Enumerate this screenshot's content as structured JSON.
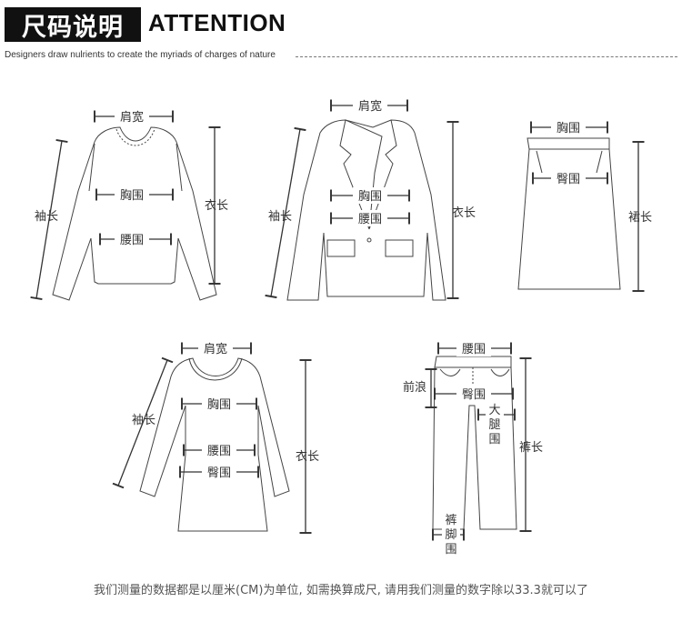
{
  "header": {
    "title_cn": "尺码说明",
    "title_en": "ATTENTION",
    "tagline": "Designers draw nulrients to create the myriads of charges of nature"
  },
  "garments": {
    "sweater": {
      "shoulder": "肩宽",
      "chest": "胸围",
      "waist": "腰围",
      "sleeve": "袖长",
      "length": "衣长"
    },
    "blazer": {
      "shoulder": "肩宽",
      "chest": "胸围",
      "waist": "腰围",
      "sleeve": "袖长",
      "length": "衣长"
    },
    "skirt": {
      "chest": "胸围",
      "hip": "臀围",
      "length": "裙长"
    },
    "dress": {
      "shoulder": "肩宽",
      "chest": "胸围",
      "waist": "腰围",
      "hip": "臀围",
      "sleeve": "袖长",
      "length": "衣长"
    },
    "pants": {
      "waist": "腰围",
      "front_rise": "前浪",
      "hip": "臀围",
      "thigh": "大腿围",
      "length": "裤长",
      "hem": "裤脚围"
    }
  },
  "footer": {
    "note": "我们测量的数据都是以厘米(CM)为单位, 如需换算成尺, 请用我们测量的数字除以33.3就可以了"
  }
}
